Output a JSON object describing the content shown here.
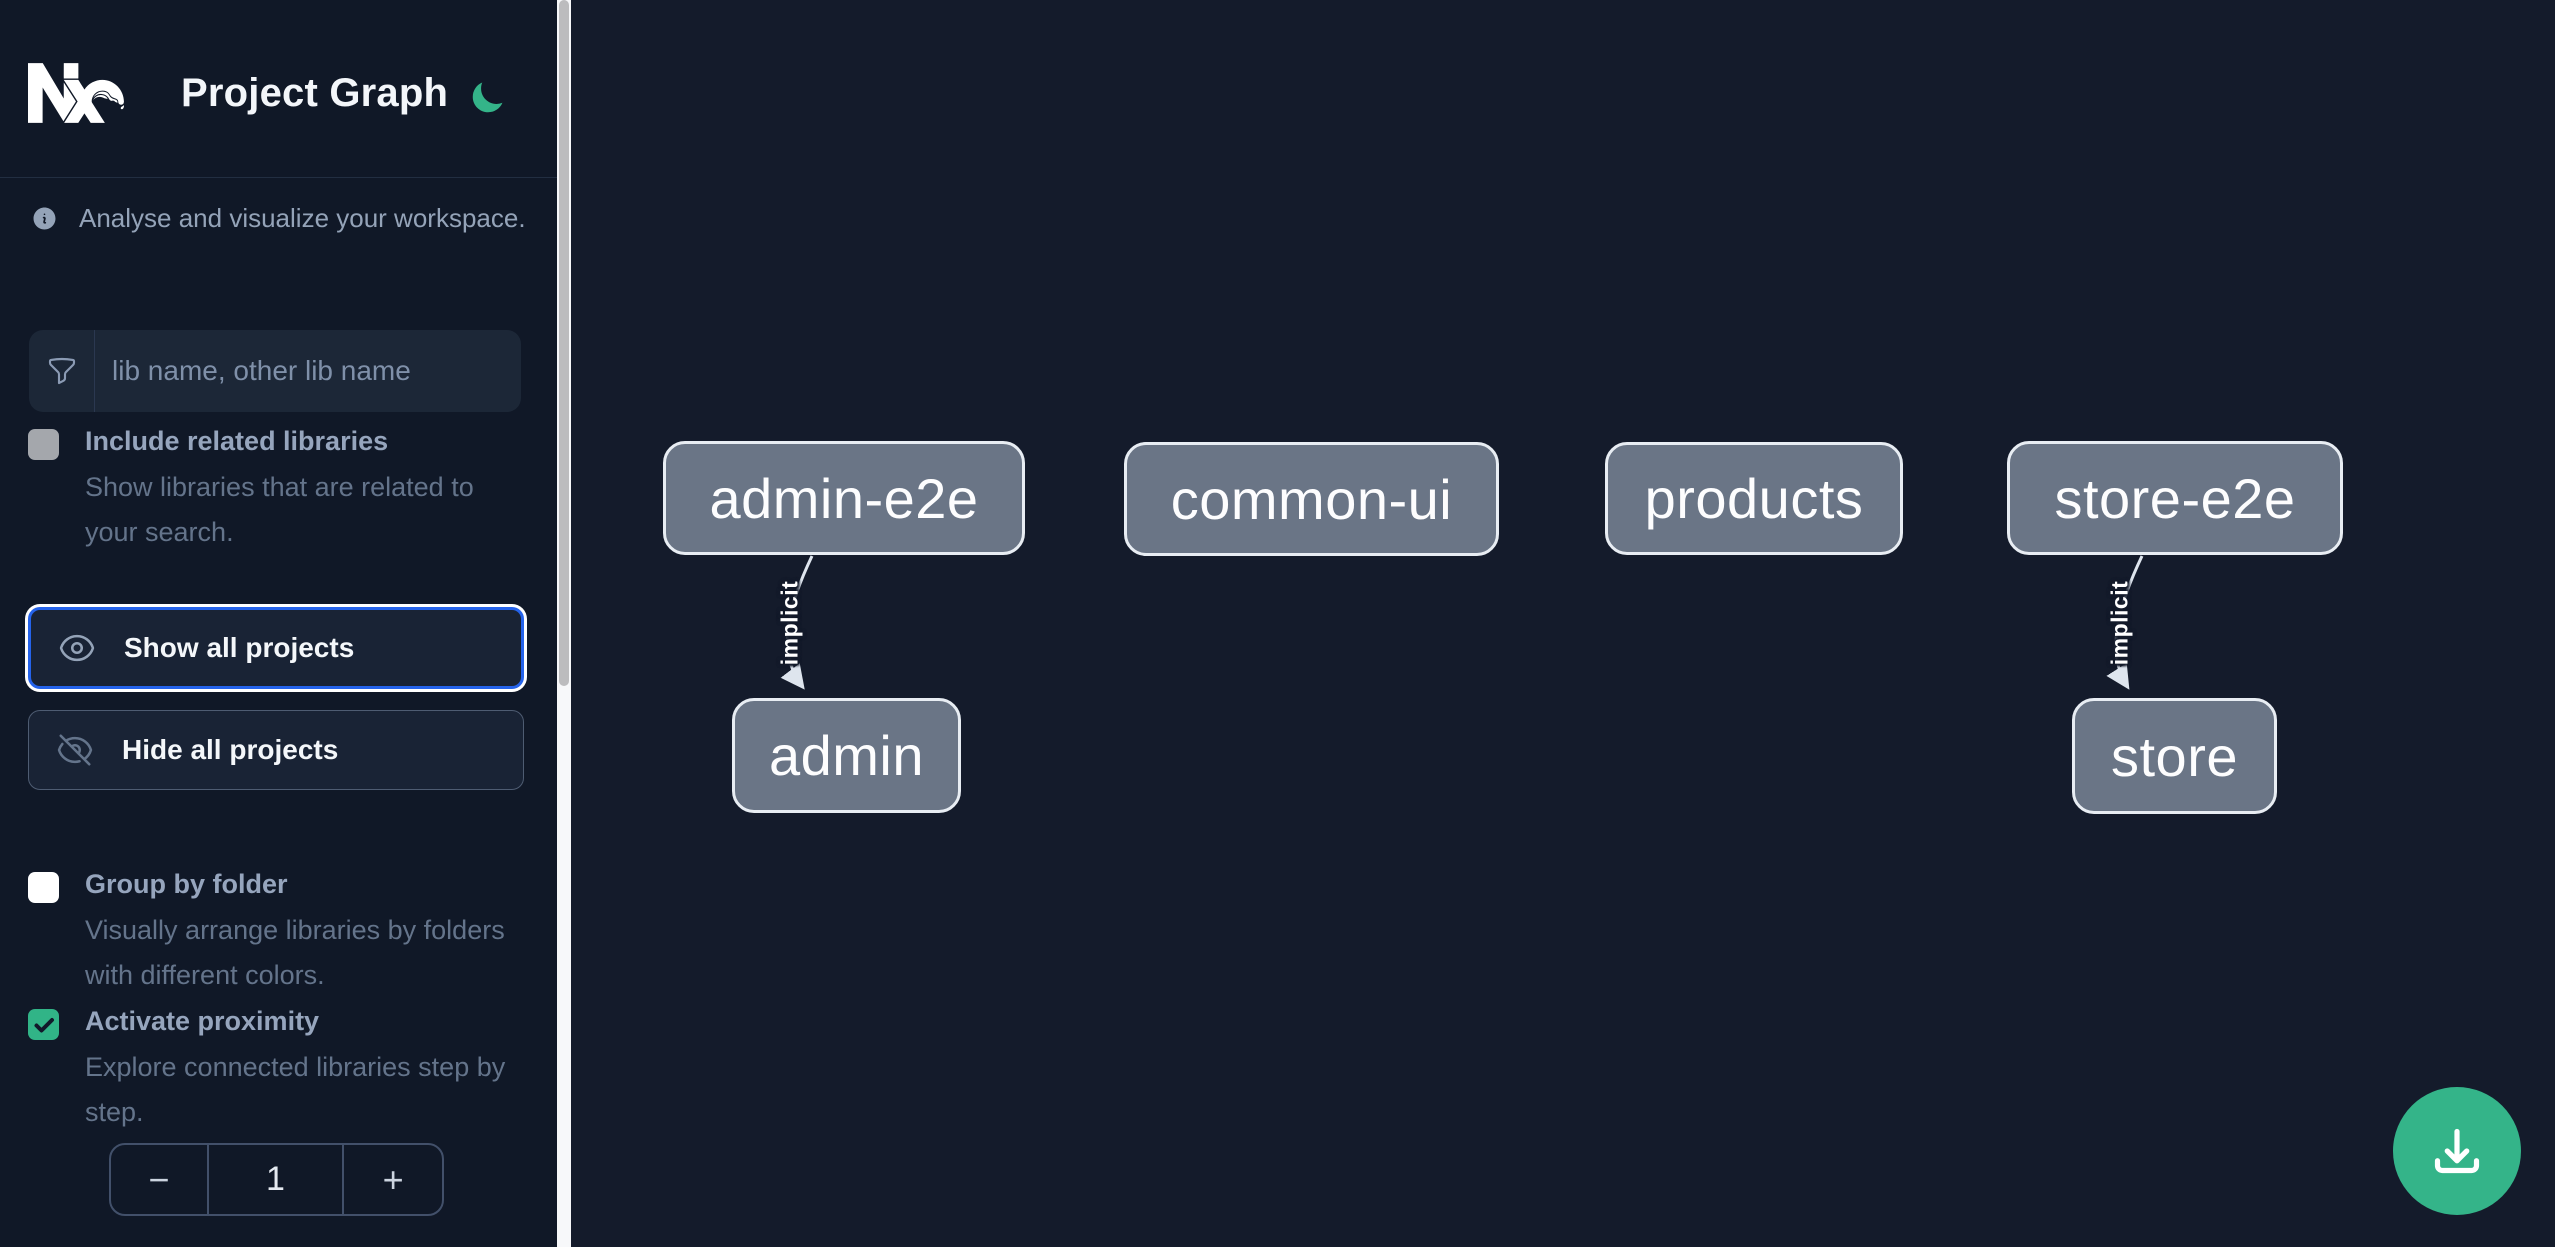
{
  "app": {
    "title": "Project Graph"
  },
  "header": {
    "logo": "nx-logo",
    "dark_mode_icon": "moon"
  },
  "sidebar": {
    "tagline": "Analyse and visualize your workspace.",
    "search": {
      "placeholder": "lib name, other lib name",
      "icon": "funnel-filter"
    },
    "options": [
      {
        "label": "Include related libraries",
        "description": "Show libraries that are related to your search.",
        "checked": false,
        "checkbox_style": "gray-disabled"
      },
      {
        "label": "Group by folder",
        "description": "Visually arrange libraries by folders with different colors.",
        "checked": false,
        "checkbox_style": "white"
      },
      {
        "label": "Activate proximity",
        "description": "Explore connected libraries step by step.",
        "checked": true,
        "checkbox_style": "green-checked"
      }
    ],
    "actions": [
      {
        "label": "Show all projects",
        "icon": "eye",
        "focused": true
      },
      {
        "label": "Hide all projects",
        "icon": "eye-slash",
        "focused": false
      }
    ],
    "stepper": {
      "decrement": "−",
      "value": "1",
      "increment": "+"
    }
  },
  "graph": {
    "nodes": [
      {
        "id": "admin-e2e",
        "label": "admin-e2e"
      },
      {
        "id": "common-ui",
        "label": "common-ui"
      },
      {
        "id": "products",
        "label": "products"
      },
      {
        "id": "store-e2e",
        "label": "store-e2e"
      },
      {
        "id": "admin",
        "label": "admin"
      },
      {
        "id": "store",
        "label": "store"
      }
    ],
    "edges": [
      {
        "source": "admin-e2e",
        "target": "admin",
        "label": "implicit"
      },
      {
        "source": "store-e2e",
        "target": "store",
        "label": "implicit"
      }
    ]
  },
  "fab": {
    "icon": "download"
  },
  "colors": {
    "accent_green": "#34b489",
    "focus_blue": "#2563eb",
    "node_fill": "#6a7586",
    "node_border": "#e8edf3",
    "sidebar_bg": "#101827",
    "canvas_bg": "#141b2b"
  }
}
